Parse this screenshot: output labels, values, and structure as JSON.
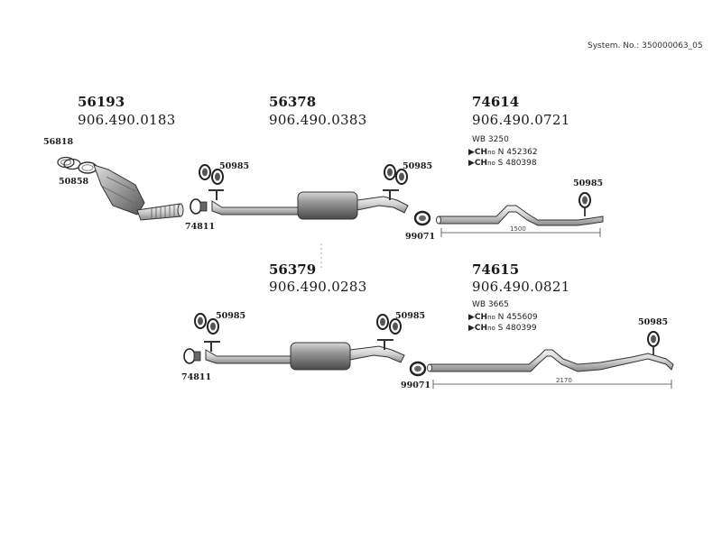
{
  "system_no": "System. No.: 350000063_05",
  "groups": {
    "g1": {
      "part_no": "56193",
      "oem_no": "906.490.0183"
    },
    "g2": {
      "part_no": "56378",
      "oem_no": "906.490.0383"
    },
    "g3": {
      "part_no": "74614",
      "oem_no": "906.490.0721",
      "wb": "WB 3250",
      "ch1_prefix": "▶CH",
      "ch1_suffix": "no",
      "ch1_val": "N 452362",
      "ch2_prefix": "▶CH",
      "ch2_suffix": "no",
      "ch2_val": "S 480398",
      "dimension": "1500"
    },
    "g4": {
      "part_no": "56379",
      "oem_no": "906.490.0283"
    },
    "g5": {
      "part_no": "74615",
      "oem_no": "906.490.0821",
      "wb": "WB 3665",
      "ch1_prefix": "▶CH",
      "ch1_suffix": "no",
      "ch1_val": "N 455609",
      "ch2_prefix": "▶CH",
      "ch2_suffix": "no",
      "ch2_val": "S 480399",
      "dimension": "2170"
    }
  },
  "labels": {
    "l56818": "56818",
    "l50858": "50858",
    "l74811a": "74811",
    "l50985a": "50985",
    "l50985b": "50985",
    "l99071a": "99071",
    "l50985c": "50985",
    "l50985d": "50985",
    "l50985e": "50985",
    "l74811b": "74811",
    "l99071b": "99071",
    "l50985f": "50985"
  }
}
